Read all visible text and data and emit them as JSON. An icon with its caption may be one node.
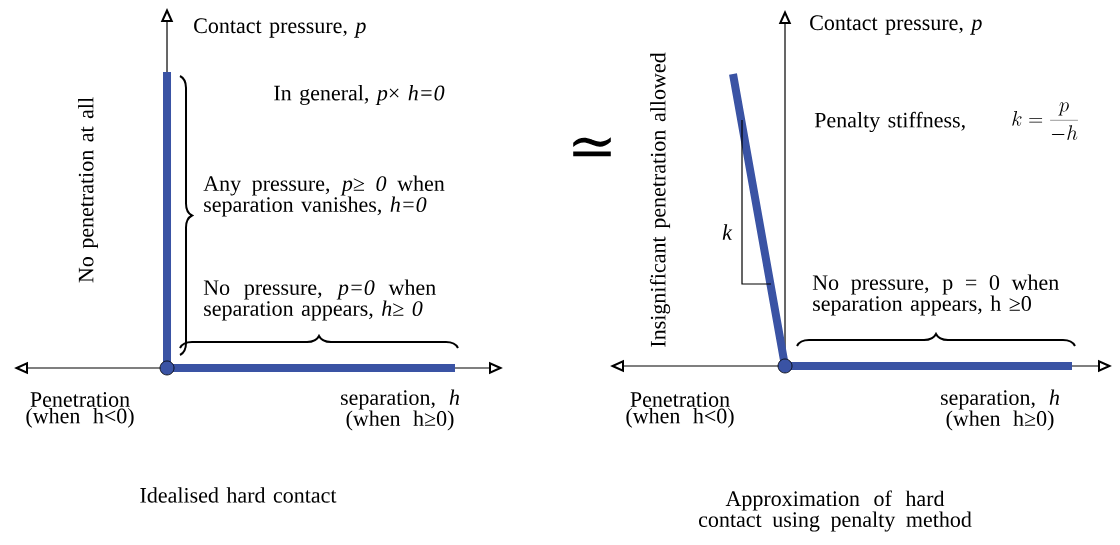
{
  "diagram": {
    "labels": [
      "Contact pressure, *p*",
      "Contact pressure, *p*",
      "In general, *p*× *h=0*",
      "No penetration at all",
      "Any pressure, *p*≥ *0* when separation vanishes, *h=0*",
      "≃",
      "Penalty stiffness,",
      "k=\\frac{p}{-h}",
      "Insignificant penetration allowed",
      "k",
      "No pressure, *p=0* when separation appears, *h*≥ *0*",
      "No pressure, p = 0 when separation appears, h ≥0",
      "Penetration (when h<0)",
      "separation, *h* (when h≥0)",
      "Penetration (when h<0)",
      "separation, *h* (when h≥0)",
      "Idealised hard contact",
      "Approximation of hard contact using penalty method"
    ]
  }
}
